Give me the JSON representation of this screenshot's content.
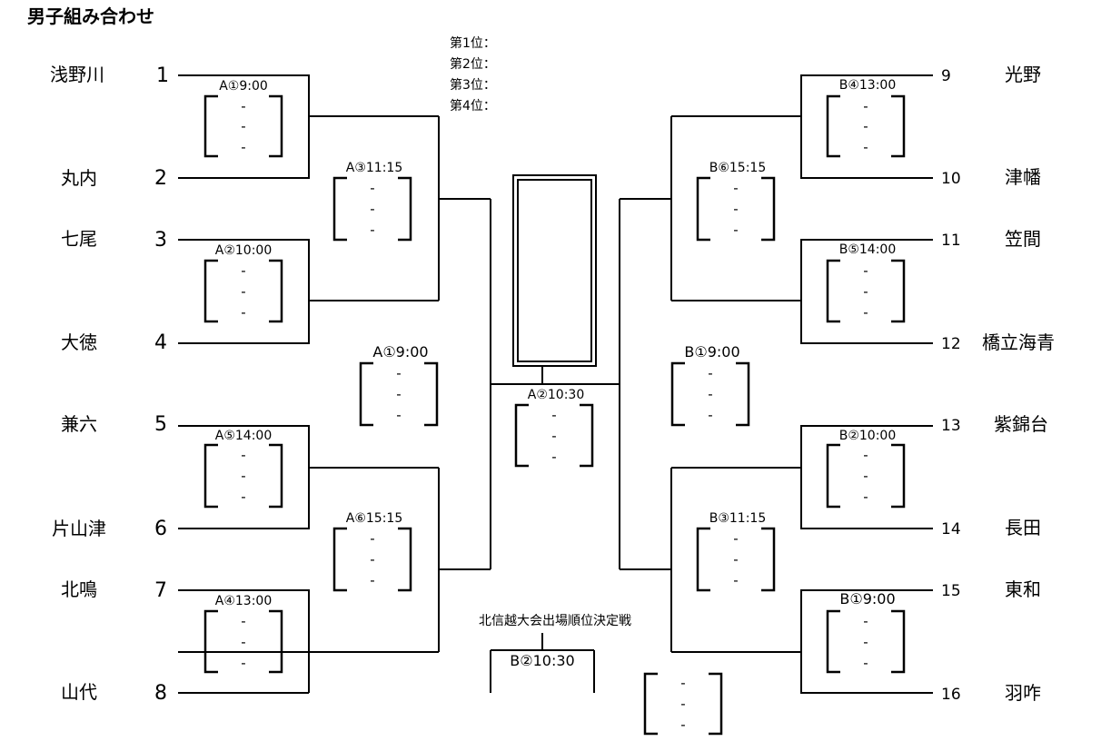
{
  "title": "男子組み合わせ",
  "rankings": [
    "第1位：",
    "第2位：",
    "第3位：",
    "第4位："
  ],
  "left_teams": [
    {
      "seed": "1",
      "name": "浅野川"
    },
    {
      "seed": "2",
      "name": "丸内"
    },
    {
      "seed": "3",
      "name": "七尾"
    },
    {
      "seed": "4",
      "name": "大徳"
    },
    {
      "seed": "5",
      "name": "兼六"
    },
    {
      "seed": "6",
      "name": "片山津"
    },
    {
      "seed": "7",
      "name": "北鳴"
    },
    {
      "seed": "8",
      "name": "山代"
    }
  ],
  "right_teams": [
    {
      "seed": "9",
      "name": "光野"
    },
    {
      "seed": "10",
      "name": "津幡"
    },
    {
      "seed": "11",
      "name": "笠間"
    },
    {
      "seed": "12",
      "name": "橋立海青"
    },
    {
      "seed": "13",
      "name": "紫錦台"
    },
    {
      "seed": "14",
      "name": "長田"
    },
    {
      "seed": "15",
      "name": "東和"
    },
    {
      "seed": "16",
      "name": "羽咋"
    }
  ],
  "matches": {
    "l_r1_a": "A①9:00",
    "l_r1_b": "A②10:00",
    "l_r1_c": "A⑤14:00",
    "l_r1_d": "A④13:00",
    "l_r2_top": "A③11:15",
    "l_r2_bot": "A⑥15:15",
    "l_semi": "A①9:00",
    "final": "A②10:30",
    "r_r1_a": "B④13:00",
    "r_r1_b": "B⑤14:00",
    "r_r1_c": "B②10:00",
    "r_r1_d": "B①9:00",
    "r_r2_top": "B⑥15:15",
    "r_r2_bot": "B③11:15",
    "r_semi": "B①9:00",
    "third": "B②10:30"
  },
  "third_place_label": "北信越大会出場順位決定戦",
  "score_dash": "-"
}
